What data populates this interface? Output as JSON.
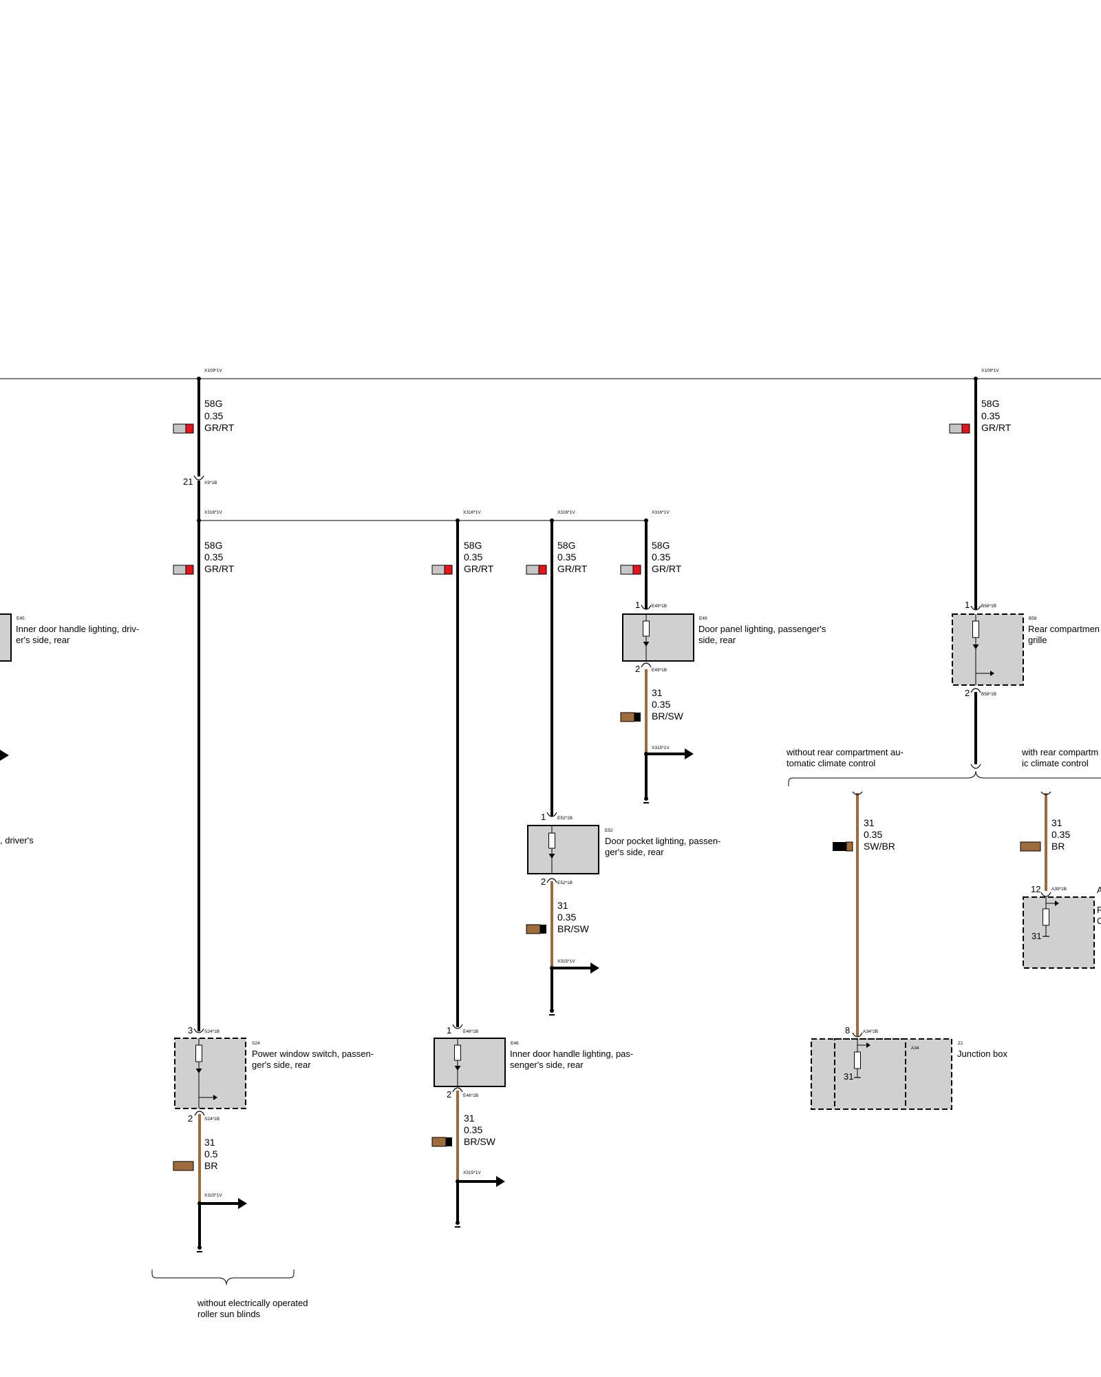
{
  "colors": {
    "gr": "#c6c6c6",
    "rt": "#e3141b",
    "br": "#9e6b3b",
    "sw": "#000000",
    "component_fill": "#d0d0d0"
  },
  "connectors": {
    "x109_1v": "X109*1V",
    "x9_1b": "X9*1B",
    "x316_1v": "X316*1V",
    "x315_1v": "X315*1V",
    "e45": "E45",
    "e49_1b": "E49*1B",
    "e49": "E49",
    "e52_1b": "E52*1B",
    "e52": "E52",
    "s24_1b": "S24*1B",
    "s24": "S24",
    "e46_1b": "E46*1B",
    "e46": "E46",
    "b58_1b": "B58*1B",
    "b58": "B58",
    "a39_1b": "A39*1B",
    "a34_2b": "A34*2B",
    "a34": "A34",
    "z1": "Z1"
  },
  "wires": {
    "w58g": {
      "signal": "58G",
      "size": "0.35",
      "color": "GR/RT"
    },
    "w31_brsw": {
      "signal": "31",
      "size": "0.35",
      "color": "BR/SW"
    },
    "w31_br05": {
      "signal": "31",
      "size": "0.5",
      "color": "BR"
    },
    "w31_swbr": {
      "signal": "31",
      "size": "0.35",
      "color": "SW/BR"
    },
    "w31_br": {
      "signal": "31",
      "size": "0.35",
      "color": "BR"
    }
  },
  "pins": {
    "p1": "1",
    "p2": "2",
    "p3": "3",
    "p8": "8",
    "p12": "12",
    "p21": "21",
    "ground31": "31"
  },
  "components": {
    "e45": {
      "line1": "Inner door handle lighting, driv-",
      "line2": "er's side, rear"
    },
    "e49": {
      "line1": "Door panel lighting, passenger's",
      "line2": "side, rear"
    },
    "e52": {
      "line1": "Door pocket lighting, passen-",
      "line2": "ger's side, rear"
    },
    "s24": {
      "line1": "Power window switch, passen-",
      "line2": "ger's side, rear"
    },
    "e46": {
      "line1": "Inner door handle lighting, pas-",
      "line2": "senger's side, rear"
    },
    "b58": {
      "line1": "Rear compartmen",
      "line2": "grille"
    },
    "z1": {
      "line1": "Junction box"
    },
    "partial_driver": {
      "line1": ", driver's"
    },
    "a39_partial": {
      "c1": "A",
      "c2": "F",
      "c3": "C"
    }
  },
  "notes": {
    "without_rear_climate": {
      "line1": "without rear compartment au-",
      "line2": "tomatic climate control"
    },
    "with_rear_climate": {
      "line1": "with rear compartm",
      "line2": "ic climate control"
    },
    "without_sun_blinds": {
      "line1": "without electrically operated",
      "line2": "roller sun blinds"
    }
  }
}
